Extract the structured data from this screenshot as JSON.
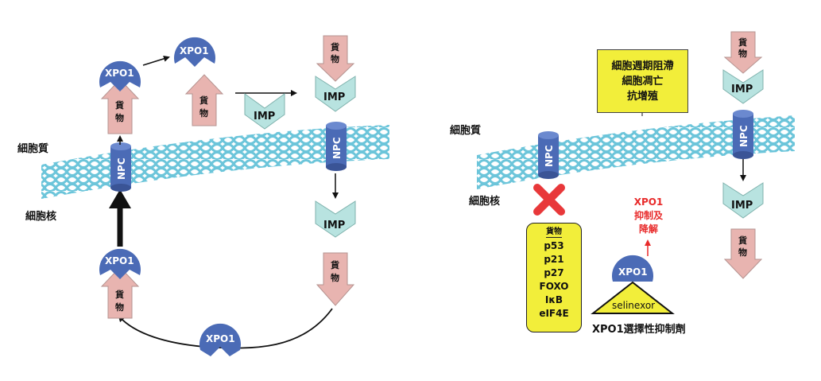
{
  "left": {
    "cytoplasm_label": "細胞質",
    "nucleus_label": "細胞核",
    "npc_label": "NPC",
    "xpo1_label": "XPO1",
    "imp_label": "IMP",
    "cargo_label": [
      "貨",
      "物"
    ]
  },
  "right": {
    "cytoplasm_label": "細胞質",
    "nucleus_label": "細胞核",
    "npc_label": "NPC",
    "imp_label": "IMP",
    "cargo_label": [
      "貨",
      "物"
    ],
    "effects_box": [
      "細胞週期阻滯",
      "細胞凋亡",
      "抗增殖"
    ],
    "cargo_box": {
      "title": "貨物",
      "items": [
        "p53",
        "p21",
        "p27",
        "FOXO",
        "IκB",
        "eIF4E"
      ]
    },
    "inhibit_text": [
      "XPO1",
      "抑制及",
      "降解"
    ],
    "xpo1_label": "XPO1",
    "drug_label": "selinexor",
    "drug_caption": "XPO1選擇性抑制劑"
  },
  "colors": {
    "xpo1": "#4b6bb6",
    "npc": "#4b6bb6",
    "membrane": "#6cc5da",
    "cargo_arrow": "#e8b4b0",
    "imp": "#b8e3e0",
    "yellow_box": "#f2ee3a",
    "red_x": "#e8383a",
    "red_text": "#e82a2a"
  }
}
